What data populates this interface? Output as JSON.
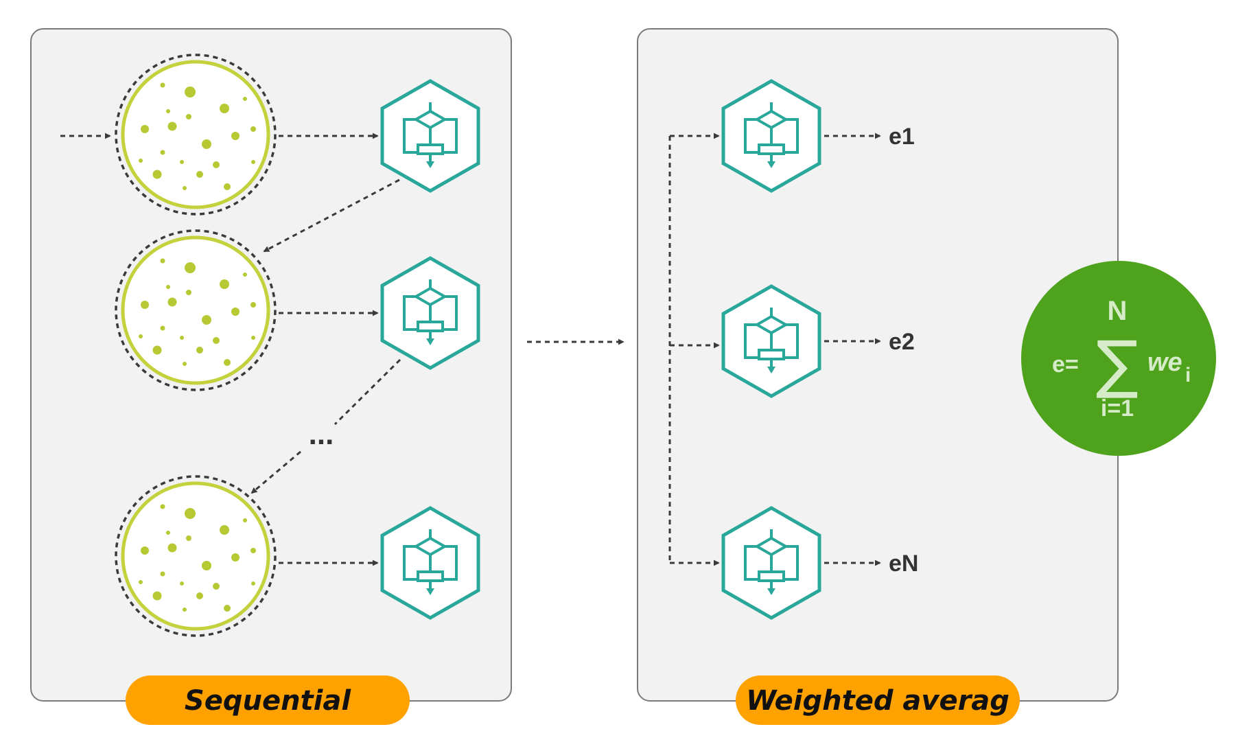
{
  "panels": {
    "left_label": "Sequential",
    "right_label": "Weighted averag"
  },
  "ellipsis": "...",
  "outputs": [
    "e1",
    "e2",
    "eN"
  ],
  "formula": {
    "lhs": "e=",
    "upper": "N",
    "symbol": "∑",
    "lower": "i=1",
    "term": "we",
    "subscript": "i"
  },
  "colors": {
    "panel_fill": "#f2f2f2",
    "panel_stroke": "#7a7a7a",
    "pill": "#ffa200",
    "teal": "#2aa79b",
    "dataset_ring": "#c3d23c",
    "dataset_dot": "#b6c832",
    "arrow": "#3a3a3a",
    "formula_circle": "#4ea21c"
  },
  "icons": {
    "dataset": "dataset-circle-icon",
    "model": "model-hexagon-icon"
  }
}
